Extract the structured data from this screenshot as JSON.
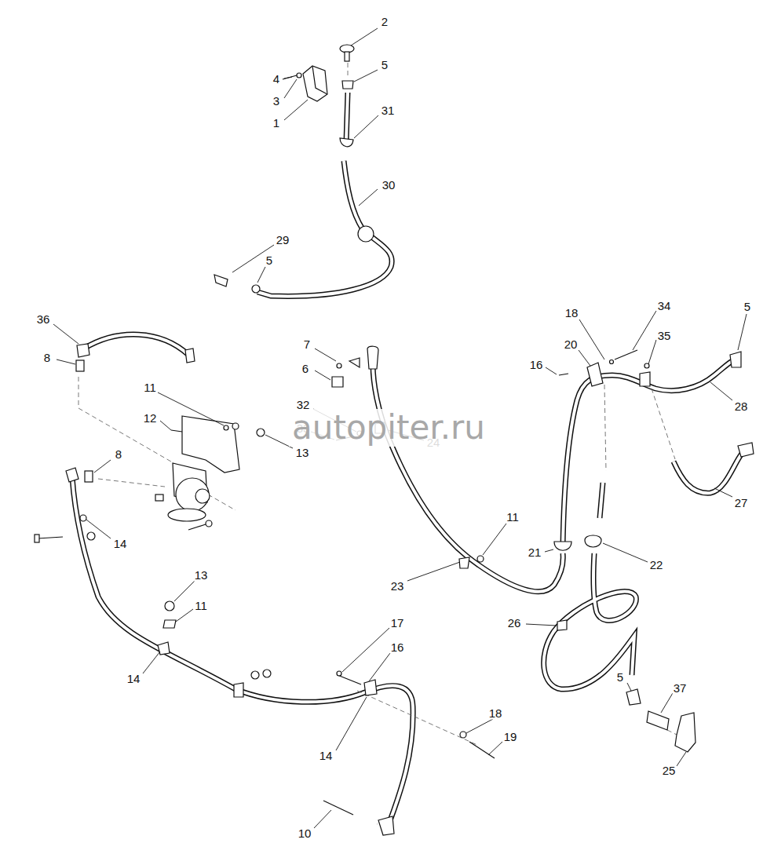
{
  "diagram": {
    "labels": [
      "2",
      "5",
      "4",
      "3",
      "1",
      "31",
      "30",
      "29",
      "5",
      "36",
      "18",
      "34",
      "5",
      "7",
      "35",
      "20",
      "8",
      "6",
      "16",
      "11",
      "12",
      "32",
      "33",
      "24",
      "13",
      "28",
      "8",
      "27",
      "11",
      "14",
      "21",
      "22",
      "13",
      "23",
      "11",
      "26",
      "17",
      "16",
      "14",
      "5",
      "37",
      "18",
      "19",
      "14",
      "25",
      "10",
      "autopiter.ru"
    ]
  }
}
